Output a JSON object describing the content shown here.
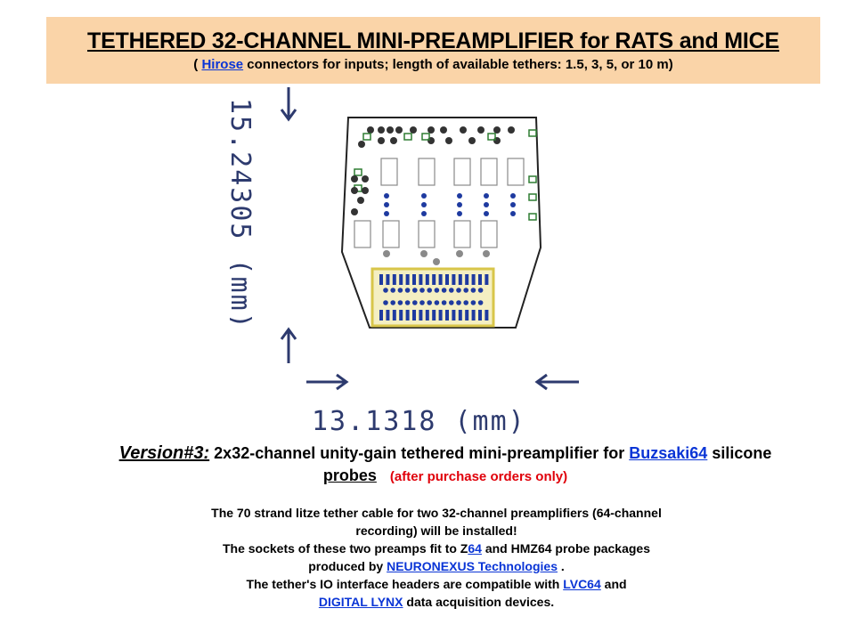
{
  "banner": {
    "title": "TETHERED 32-CHANNEL MINI-PREAMPLIFIER for RATS and MICE",
    "sub_open": "( ",
    "sub_link": "Hirose",
    "sub_rest": " connectors for inputs; length of available tethers: 1.5, 3, 5, or 10 m)"
  },
  "drawing": {
    "height_dim": "15.24305 (mm)",
    "width_dim": "13.1318 (mm)"
  },
  "version": {
    "label": "Version#3:",
    "text": " 2x32-channel unity-gain tethered mini-preamplifier for ",
    "link": "Buzsaki64",
    "text2": " silicone",
    "text3_link": "probes",
    "note": "(after purchase orders only)"
  },
  "description": {
    "l1": "The 70 strand litze tether cable for  two 32-channel preamplifiers (64-channel",
    "l2": "recording)   will be  installed!",
    "l3a": "The sockets of these two  preamps fit to Z",
    "l3link": "64",
    "l3b": " and HMZ64 probe packages",
    "l4a": "produced by ",
    "l4link": "NEURONEXUS Technologies",
    "l4b": " .",
    "l5a": "The tether's IO interface headers are compatible with ",
    "l5link": "LVC64",
    "l5b": " and",
    "l6link": "DIGITAL LYNX",
    "l6b": " data acquisition devices."
  },
  "colors": {
    "banner_bg": "#fad4a8",
    "link": "#0a35d6",
    "note_red": "#e0000a",
    "board_outline": "#1a1a1a",
    "pad_green": "#2e7d32",
    "connector_yellow": "#d8c64a",
    "pin_blue": "#1e3aa0",
    "pad_grey": "#8a8a8a",
    "dim_blue": "#4a5ea0"
  }
}
